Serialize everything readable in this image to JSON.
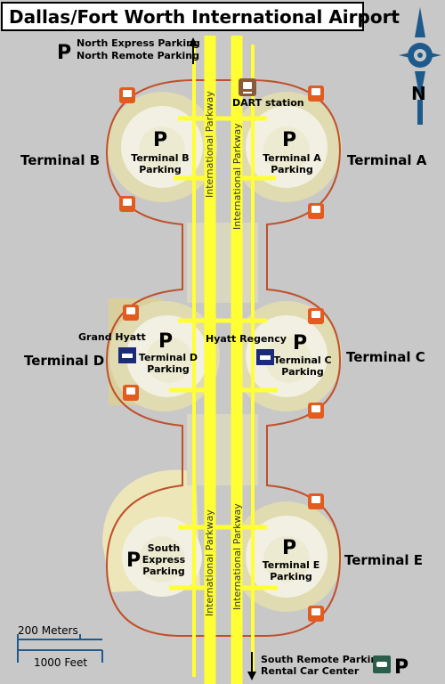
{
  "title": "Dallas/Fort Worth International Airport",
  "terminals": {
    "a": "Terminal A",
    "b": "Terminal B",
    "c": "Terminal C",
    "d": "Terminal D",
    "e": "Terminal E"
  },
  "parking": {
    "a": [
      "Terminal A",
      "Parking"
    ],
    "b": [
      "Terminal B",
      "Parking"
    ],
    "c": [
      "Terminal C",
      "Parking"
    ],
    "d": [
      "Terminal D",
      "Parking"
    ],
    "e": [
      "Terminal E",
      "Parking"
    ],
    "south_express": [
      "South",
      "Express",
      "Parking"
    ]
  },
  "parking_symbol": "P",
  "north_parking": [
    "North Express Parking",
    "North Remote Parking"
  ],
  "south_parking": [
    "South Remote Parking",
    "Rental Car Center"
  ],
  "dart_station": "DART station",
  "hotels": {
    "grand_hyatt": "Grand Hyatt",
    "hyatt_regency": "Hyatt Regency"
  },
  "road_name": "International Parkway",
  "scale": {
    "meters": "200 Meters",
    "feet": "1000 Feet"
  },
  "compass": {
    "north_letter": "N"
  },
  "colors": {
    "background": "#c8c8c8",
    "road": "#ffff33",
    "terminal_fill": "#ece9d8",
    "terminal_outer": "#e0dbb0",
    "loop_line": "#c0502a",
    "train_icon": "#e25c20",
    "dart_icon": "#8a5a3a",
    "hotel_icon": "#1c2a7a",
    "compass": "#1e5a8c"
  }
}
